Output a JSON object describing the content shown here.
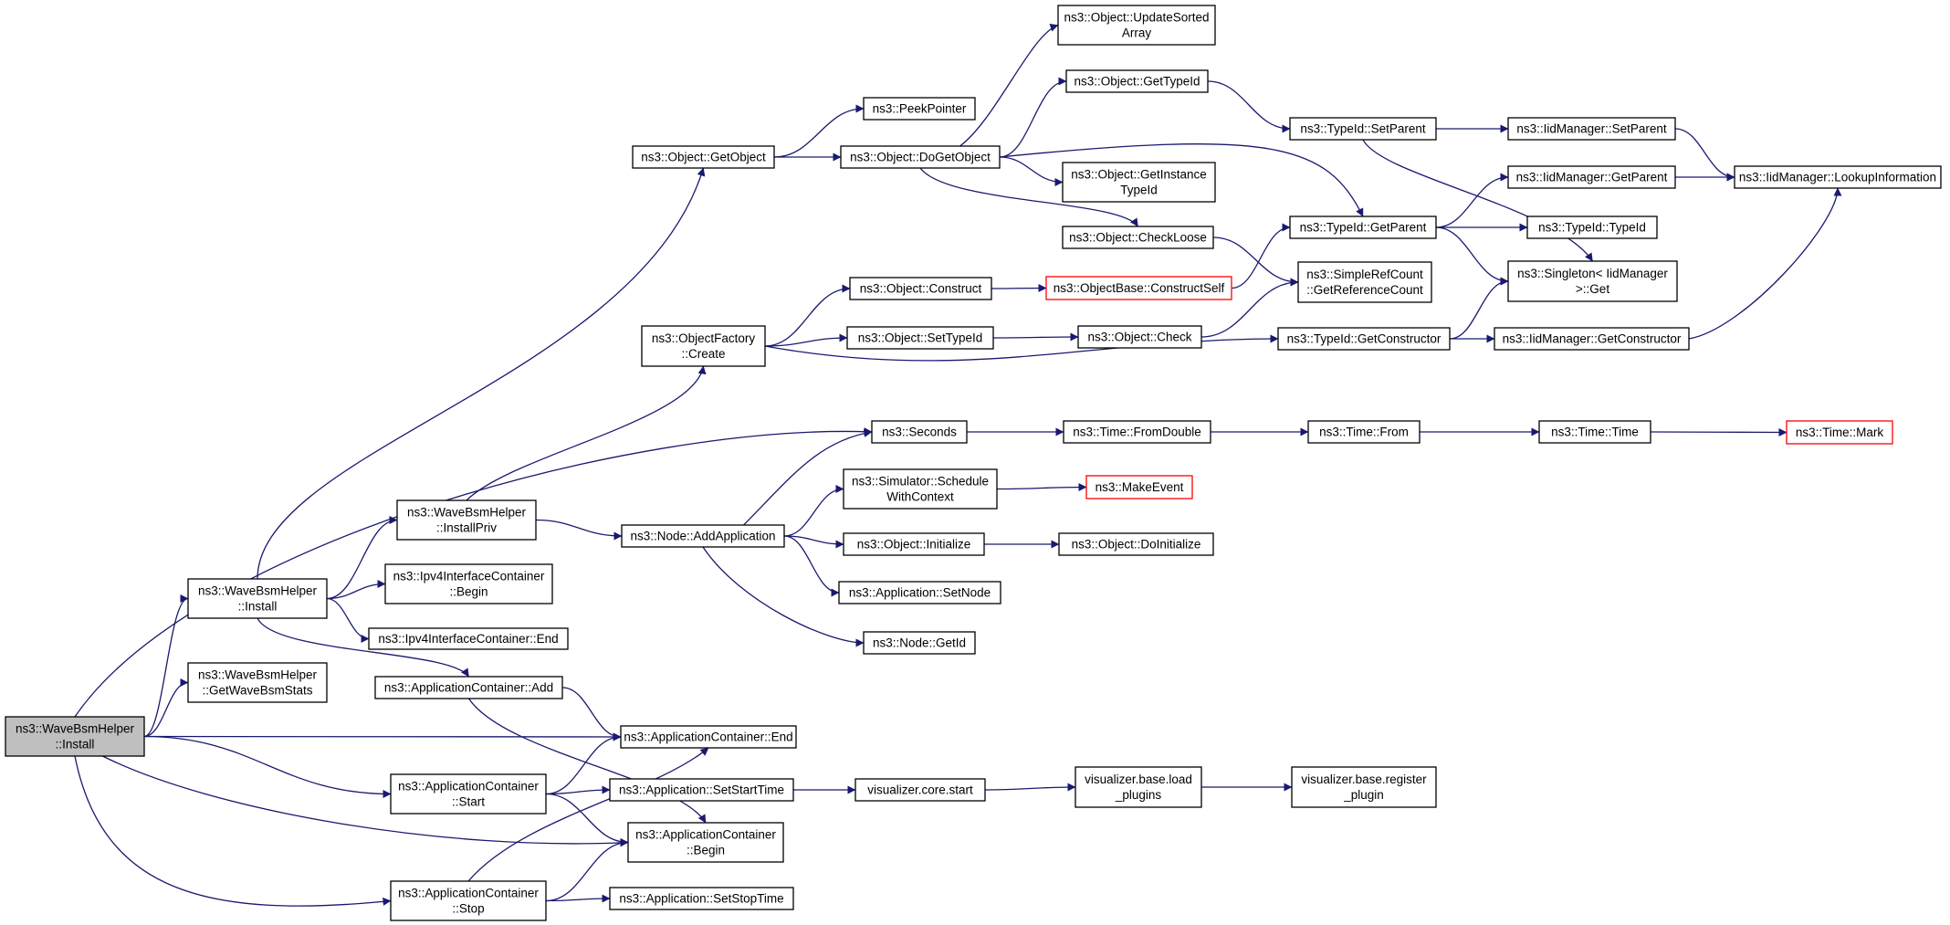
{
  "diagram": {
    "type": "call-graph",
    "colors": {
      "edge": "#191970",
      "node_border": "#000000",
      "node_border_truncated": "#ff0000",
      "root_fill": "#bfbfbf",
      "node_fill": "#ffffff"
    },
    "nodes": [
      {
        "id": "root",
        "lines": [
          "ns3::WaveBsmHelper",
          "::Install"
        ],
        "style": "root"
      },
      {
        "id": "wbh_install",
        "lines": [
          "ns3::WaveBsmHelper",
          "::Install"
        ]
      },
      {
        "id": "wbh_getstats",
        "lines": [
          "ns3::WaveBsmHelper",
          "::GetWaveBsmStats"
        ]
      },
      {
        "id": "wbh_installpriv",
        "lines": [
          "ns3::WaveBsmHelper",
          "::InstallPriv"
        ]
      },
      {
        "id": "ipv4_begin",
        "lines": [
          "ns3::Ipv4InterfaceContainer",
          "::Begin"
        ]
      },
      {
        "id": "ipv4_end",
        "lines": [
          "ns3::Ipv4InterfaceContainer::End"
        ]
      },
      {
        "id": "appc_add",
        "lines": [
          "ns3::ApplicationContainer::Add"
        ]
      },
      {
        "id": "appc_end",
        "lines": [
          "ns3::ApplicationContainer::End"
        ]
      },
      {
        "id": "appc_start",
        "lines": [
          "ns3::ApplicationContainer",
          "::Start"
        ]
      },
      {
        "id": "appc_begin",
        "lines": [
          "ns3::ApplicationContainer",
          "::Begin"
        ]
      },
      {
        "id": "appc_stop",
        "lines": [
          "ns3::ApplicationContainer",
          "::Stop"
        ]
      },
      {
        "id": "app_setstart",
        "lines": [
          "ns3::Application::SetStartTime"
        ]
      },
      {
        "id": "app_setstop",
        "lines": [
          "ns3::Application::SetStopTime"
        ]
      },
      {
        "id": "viz_core_start",
        "lines": [
          "visualizer.core.start"
        ]
      },
      {
        "id": "viz_load",
        "lines": [
          "visualizer.base.load",
          "_plugins"
        ]
      },
      {
        "id": "viz_register",
        "lines": [
          "visualizer.base.register",
          "_plugin"
        ]
      },
      {
        "id": "obj_getobject",
        "lines": [
          "ns3::Object::GetObject"
        ]
      },
      {
        "id": "objfactory_create",
        "lines": [
          "ns3::ObjectFactory",
          "::Create"
        ]
      },
      {
        "id": "node_addapp",
        "lines": [
          "ns3::Node::AddApplication"
        ]
      },
      {
        "id": "seconds",
        "lines": [
          "ns3::Seconds"
        ]
      },
      {
        "id": "peekpointer",
        "lines": [
          "ns3::PeekPointer"
        ]
      },
      {
        "id": "obj_dogetobject",
        "lines": [
          "ns3::Object::DoGetObject"
        ]
      },
      {
        "id": "obj_construct",
        "lines": [
          "ns3::Object::Construct"
        ]
      },
      {
        "id": "obj_settypeid",
        "lines": [
          "ns3::Object::SetTypeId"
        ]
      },
      {
        "id": "sim_schedule",
        "lines": [
          "ns3::Simulator::Schedule",
          "WithContext"
        ]
      },
      {
        "id": "obj_initialize",
        "lines": [
          "ns3::Object::Initialize"
        ]
      },
      {
        "id": "app_setnode",
        "lines": [
          "ns3::Application::SetNode"
        ]
      },
      {
        "id": "node_getid",
        "lines": [
          "ns3::Node::GetId"
        ]
      },
      {
        "id": "obj_updatesorted",
        "lines": [
          "ns3::Object::UpdateSorted",
          "Array"
        ]
      },
      {
        "id": "obj_gettypeid",
        "lines": [
          "ns3::Object::GetTypeId"
        ]
      },
      {
        "id": "obj_getinstancetypeid",
        "lines": [
          "ns3::Object::GetInstance",
          "TypeId"
        ]
      },
      {
        "id": "obj_checkloose",
        "lines": [
          "ns3::Object::CheckLoose"
        ]
      },
      {
        "id": "objbase_constructself",
        "lines": [
          "ns3::ObjectBase::ConstructSelf"
        ],
        "style": "red"
      },
      {
        "id": "obj_check",
        "lines": [
          "ns3::Object::Check"
        ]
      },
      {
        "id": "time_fromdouble",
        "lines": [
          "ns3::Time::FromDouble"
        ]
      },
      {
        "id": "makeevent",
        "lines": [
          "ns3::MakeEvent"
        ],
        "style": "red"
      },
      {
        "id": "obj_doinitialize",
        "lines": [
          "ns3::Object::DoInitialize"
        ]
      },
      {
        "id": "typeid_setparent",
        "lines": [
          "ns3::TypeId::SetParent"
        ]
      },
      {
        "id": "typeid_getparent",
        "lines": [
          "ns3::TypeId::GetParent"
        ]
      },
      {
        "id": "simplerefcount",
        "lines": [
          "ns3::SimpleRefCount",
          "::GetReferenceCount"
        ]
      },
      {
        "id": "typeid_getconstructor",
        "lines": [
          "ns3::TypeId::GetConstructor"
        ]
      },
      {
        "id": "time_from",
        "lines": [
          "ns3::Time::From"
        ]
      },
      {
        "id": "time_time",
        "lines": [
          "ns3::Time::Time"
        ]
      },
      {
        "id": "time_mark",
        "lines": [
          "ns3::Time::Mark"
        ],
        "style": "red"
      },
      {
        "id": "iidm_setparent",
        "lines": [
          "ns3::IidManager::SetParent"
        ]
      },
      {
        "id": "iidm_getparent",
        "lines": [
          "ns3::IidManager::GetParent"
        ]
      },
      {
        "id": "typeid_typeid",
        "lines": [
          "ns3::TypeId::TypeId"
        ]
      },
      {
        "id": "singleton_get",
        "lines": [
          "ns3::Singleton< IidManager",
          ">::Get"
        ]
      },
      {
        "id": "iidm_getconstructor",
        "lines": [
          "ns3::IidManager::GetConstructor"
        ]
      },
      {
        "id": "iidm_lookup",
        "lines": [
          "ns3::IidManager::LookupInformation"
        ]
      }
    ],
    "edges": [
      [
        "root",
        "wbh_install"
      ],
      [
        "root",
        "wbh_getstats"
      ],
      [
        "root",
        "appc_end"
      ],
      [
        "root",
        "appc_start"
      ],
      [
        "root",
        "appc_begin"
      ],
      [
        "root",
        "appc_stop"
      ],
      [
        "root",
        "seconds"
      ],
      [
        "wbh_install",
        "obj_getobject"
      ],
      [
        "wbh_install",
        "wbh_installpriv"
      ],
      [
        "wbh_install",
        "ipv4_begin"
      ],
      [
        "wbh_install",
        "ipv4_end"
      ],
      [
        "wbh_install",
        "appc_add"
      ],
      [
        "wbh_installpriv",
        "objfactory_create"
      ],
      [
        "wbh_installpriv",
        "node_addapp"
      ],
      [
        "appc_add",
        "appc_end"
      ],
      [
        "appc_add",
        "appc_begin"
      ],
      [
        "appc_start",
        "appc_end"
      ],
      [
        "appc_start",
        "app_setstart"
      ],
      [
        "appc_start",
        "appc_begin"
      ],
      [
        "appc_stop",
        "appc_end"
      ],
      [
        "appc_stop",
        "appc_begin"
      ],
      [
        "appc_stop",
        "app_setstop"
      ],
      [
        "app_setstart",
        "viz_core_start"
      ],
      [
        "viz_core_start",
        "viz_load"
      ],
      [
        "viz_load",
        "viz_register"
      ],
      [
        "obj_getobject",
        "peekpointer"
      ],
      [
        "obj_getobject",
        "obj_dogetobject"
      ],
      [
        "obj_dogetobject",
        "obj_updatesorted"
      ],
      [
        "obj_dogetobject",
        "obj_gettypeid"
      ],
      [
        "obj_dogetobject",
        "obj_getinstancetypeid"
      ],
      [
        "obj_dogetobject",
        "obj_checkloose"
      ],
      [
        "obj_dogetobject",
        "typeid_getparent"
      ],
      [
        "objfactory_create",
        "obj_construct"
      ],
      [
        "objfactory_create",
        "obj_settypeid"
      ],
      [
        "objfactory_create",
        "typeid_getconstructor"
      ],
      [
        "obj_construct",
        "objbase_constructself"
      ],
      [
        "obj_settypeid",
        "obj_check"
      ],
      [
        "obj_check",
        "simplerefcount"
      ],
      [
        "obj_checkloose",
        "simplerefcount"
      ],
      [
        "objbase_constructself",
        "typeid_getparent"
      ],
      [
        "obj_gettypeid",
        "typeid_setparent"
      ],
      [
        "typeid_setparent",
        "iidm_setparent"
      ],
      [
        "typeid_setparent",
        "singleton_get"
      ],
      [
        "typeid_getparent",
        "iidm_getparent"
      ],
      [
        "typeid_getparent",
        "typeid_typeid"
      ],
      [
        "typeid_getparent",
        "singleton_get"
      ],
      [
        "typeid_getconstructor",
        "singleton_get"
      ],
      [
        "typeid_getconstructor",
        "iidm_getconstructor"
      ],
      [
        "iidm_setparent",
        "iidm_lookup"
      ],
      [
        "iidm_getparent",
        "iidm_lookup"
      ],
      [
        "iidm_getconstructor",
        "iidm_lookup"
      ],
      [
        "node_addapp",
        "seconds"
      ],
      [
        "node_addapp",
        "sim_schedule"
      ],
      [
        "node_addapp",
        "obj_initialize"
      ],
      [
        "node_addapp",
        "app_setnode"
      ],
      [
        "node_addapp",
        "node_getid"
      ],
      [
        "seconds",
        "time_fromdouble"
      ],
      [
        "time_fromdouble",
        "time_from"
      ],
      [
        "time_from",
        "time_time"
      ],
      [
        "time_time",
        "time_mark"
      ],
      [
        "sim_schedule",
        "makeevent"
      ],
      [
        "obj_initialize",
        "obj_doinitialize"
      ]
    ]
  }
}
